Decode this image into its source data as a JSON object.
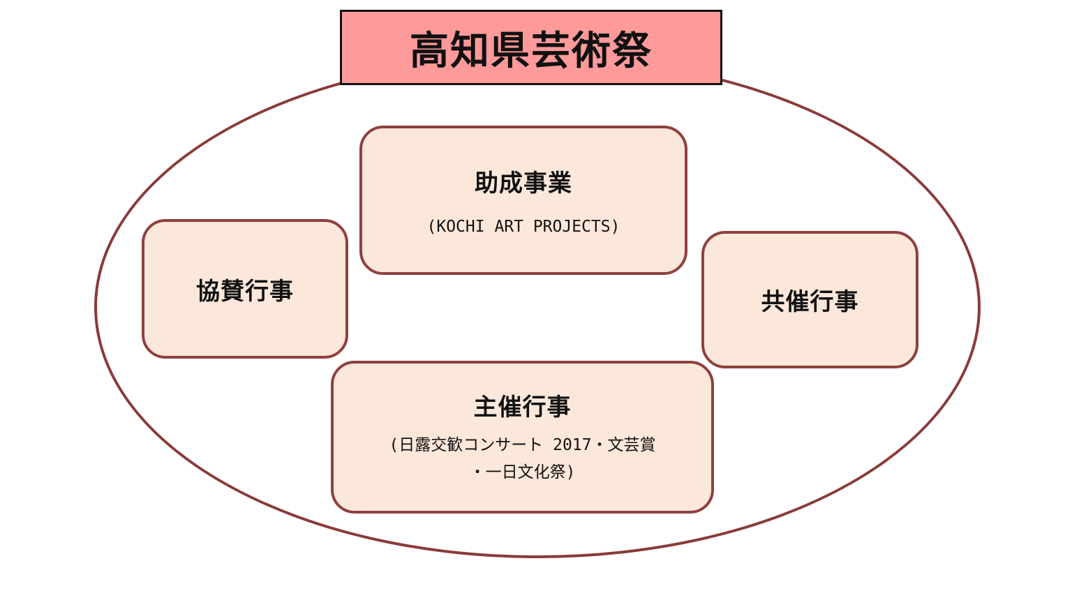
{
  "title": "高知県芸術祭",
  "nodes": {
    "josei": {
      "label": "助成事業",
      "sub": "(KOCHI ART PROJECTS)"
    },
    "kyousan": {
      "label": "協賛行事"
    },
    "kyousai": {
      "label": "共催行事"
    },
    "shusai": {
      "label": "主催行事",
      "sub_line1": "(日露交歓コンサート 2017・文芸賞",
      "sub_line2": "・一日文化祭)"
    }
  },
  "colors": {
    "title_fill": "#ff9a9a",
    "node_fill": "#fce8da",
    "node_border": "#8f4040",
    "ellipse_border": "#8a3a3a"
  }
}
